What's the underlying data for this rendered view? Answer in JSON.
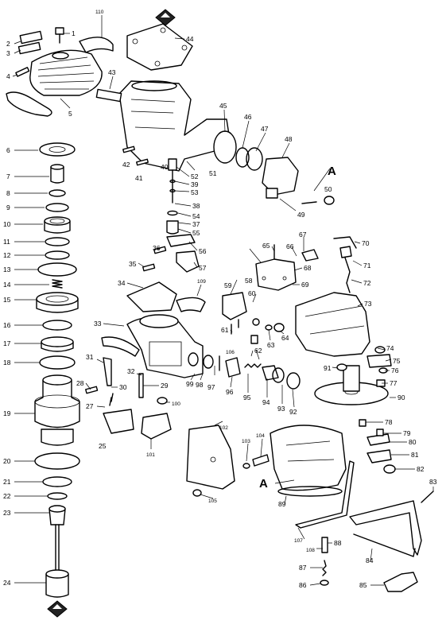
{
  "diagram": {
    "type": "exploded-parts-diagram",
    "callouts": {
      "p1": "1",
      "p2": "2",
      "p3": "3",
      "p4": "4",
      "p5": "5",
      "p6": "6",
      "p7": "7",
      "p8": "8",
      "p9": "9",
      "p10": "10",
      "p11": "11",
      "p12": "12",
      "p13": "13",
      "p14": "14",
      "p15": "15",
      "p16": "16",
      "p17": "17",
      "p18": "18",
      "p19": "19",
      "p20": "20",
      "p21": "21",
      "p22": "22",
      "p23": "23",
      "p24": "24",
      "p25": "25",
      "p27": "27",
      "p28": "28",
      "p29": "29",
      "p30": "30",
      "p31": "31",
      "p32": "32",
      "p33": "33",
      "p34": "34",
      "p35": "35",
      "p36": "36",
      "p37": "37",
      "p38": "38",
      "p39": "39",
      "p40": "40",
      "p41": "41",
      "p42": "42",
      "p43": "43",
      "p44": "44",
      "p45": "45",
      "p46": "46",
      "p47": "47",
      "p48": "48",
      "p49": "49",
      "p50": "50",
      "p51": "51",
      "p52": "52",
      "p53": "53",
      "p54": "54",
      "p55": "55",
      "p56": "56",
      "p57": "57",
      "p58": "58",
      "p59": "59",
      "p60": "60",
      "p61": "61",
      "p62": "62",
      "p63": "63",
      "p64": "64",
      "p65": "65",
      "p66": "66",
      "p67": "67",
      "p68": "68",
      "p69": "69",
      "p70": "70",
      "p71": "71",
      "p72": "72",
      "p73": "73",
      "p74": "74",
      "p75": "75",
      "p76": "76",
      "p77": "77",
      "p78": "78",
      "p79": "79",
      "p80": "80",
      "p81": "81",
      "p82": "82",
      "p83": "83",
      "p84": "84",
      "p85": "85",
      "p86": "86",
      "p87": "87",
      "p88": "88",
      "p89": "89",
      "p90": "90",
      "p91": "91",
      "p92": "92",
      "p93": "93",
      "p94": "94",
      "p95": "95",
      "p96": "96",
      "p97": "97",
      "p98": "98",
      "p99": "99",
      "p100": "100",
      "p101": "101",
      "p102": "102",
      "p103": "103",
      "p104": "104",
      "p105": "105",
      "p106": "106",
      "p107": "107",
      "p108": "108",
      "p109": "109",
      "p110": "110"
    },
    "reference_marks": {
      "a_top": "A",
      "a_bottom": "A"
    }
  }
}
